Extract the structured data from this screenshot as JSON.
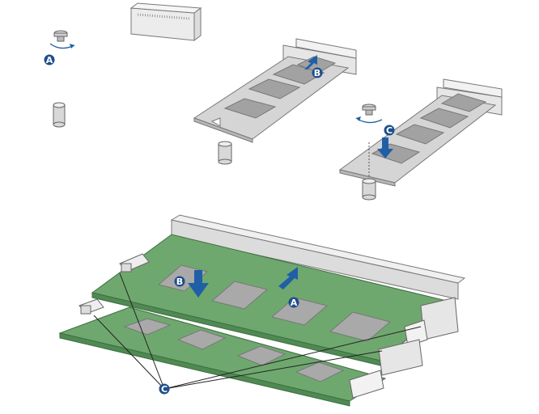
{
  "colors": {
    "callout": "#1f4e8c",
    "arrow": "#1f5fa6",
    "board_grey": "#d3d3d3",
    "chip_grey": "#a0a0a0",
    "pcb_green": "#6fa86e",
    "pcb_green_dark": "#4f8a52",
    "line": "#333333"
  },
  "callouts": {
    "screw_remove": "A",
    "m2_insert": "B",
    "m2_secure": "C",
    "dimm_insert": "A",
    "dimm_press": "B",
    "dimm_latch": "C"
  }
}
